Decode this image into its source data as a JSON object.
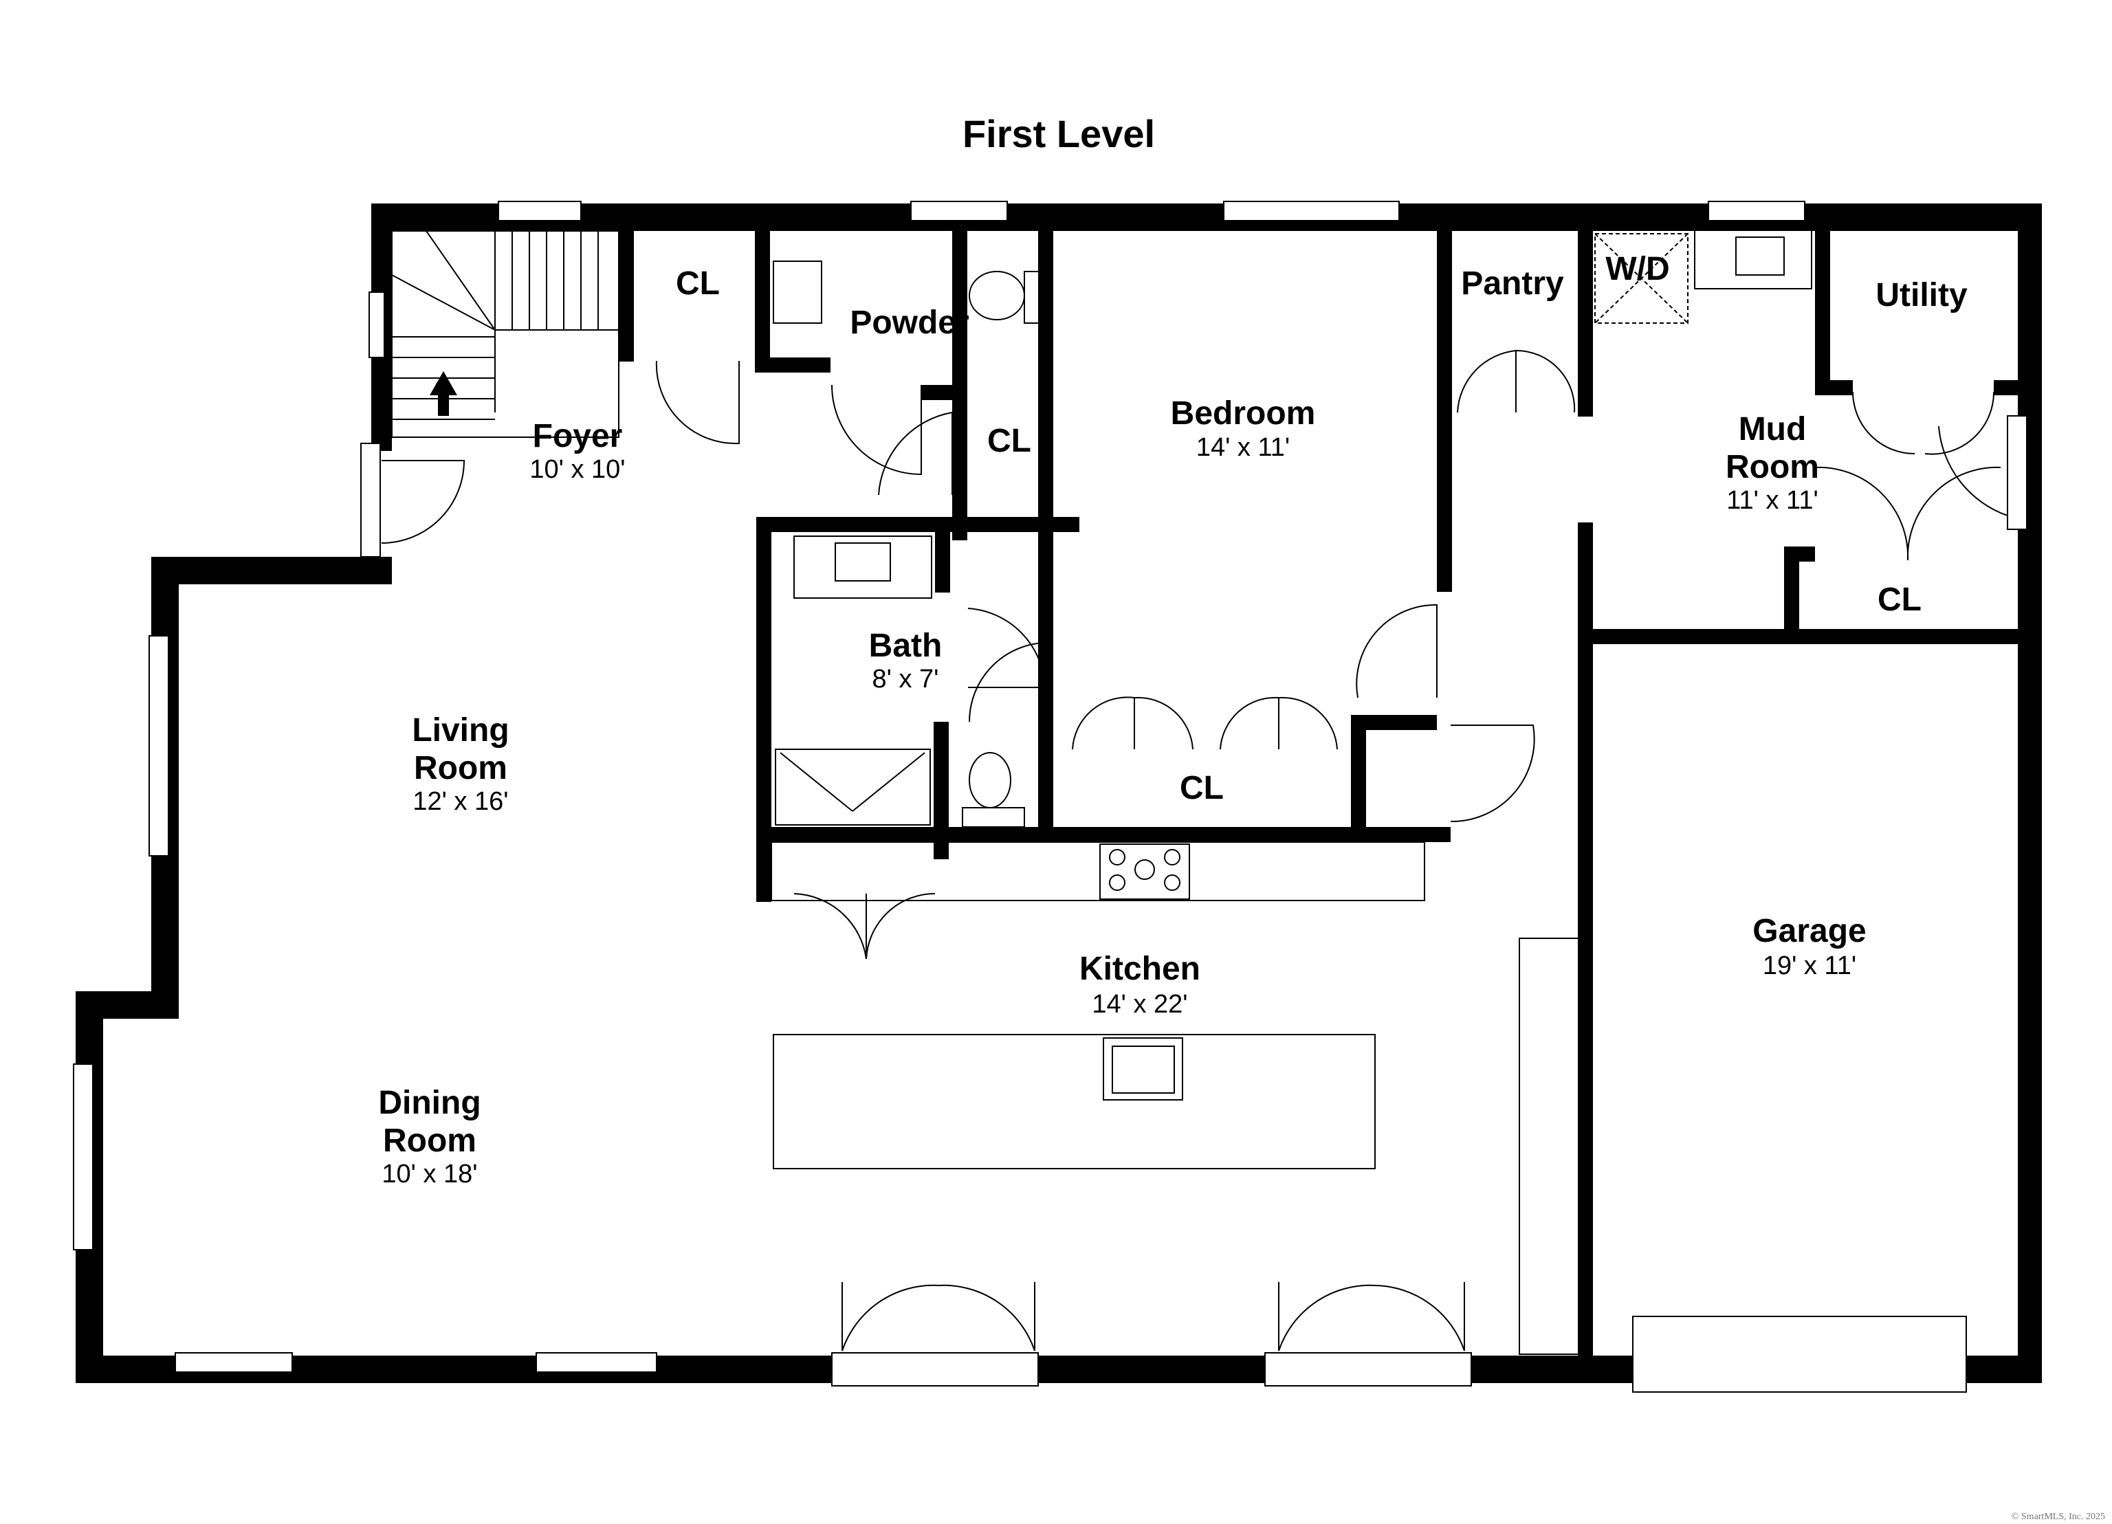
{
  "title": "First Level",
  "rooms": {
    "foyer": {
      "name": "Foyer",
      "dims": "10' x 10'"
    },
    "cl_foyer": {
      "name": "CL"
    },
    "powder": {
      "name": "Powder"
    },
    "cl_powder": {
      "name": "CL"
    },
    "bedroom": {
      "name": "Bedroom",
      "dims": "14' x 11'"
    },
    "pantry": {
      "name": "Pantry"
    },
    "wd": {
      "name": "W/D"
    },
    "utility": {
      "name": "Utility"
    },
    "mud_room": {
      "name1": "Mud",
      "name2": "Room",
      "dims": "11' x 11'"
    },
    "cl_mud": {
      "name": "CL"
    },
    "bath": {
      "name": "Bath",
      "dims": "8' x 7'"
    },
    "living_room": {
      "name1": "Living",
      "name2": "Room",
      "dims": "12' x 16'"
    },
    "cl_bedroom": {
      "name": "CL"
    },
    "garage": {
      "name": "Garage",
      "dims": "19' x 11'"
    },
    "kitchen": {
      "name": "Kitchen",
      "dims": "14' x 22'"
    },
    "dining_room": {
      "name1": "Dining",
      "name2": "Room",
      "dims": "10' x 18'"
    }
  },
  "credit": "© SmartMLS, Inc. 2025"
}
